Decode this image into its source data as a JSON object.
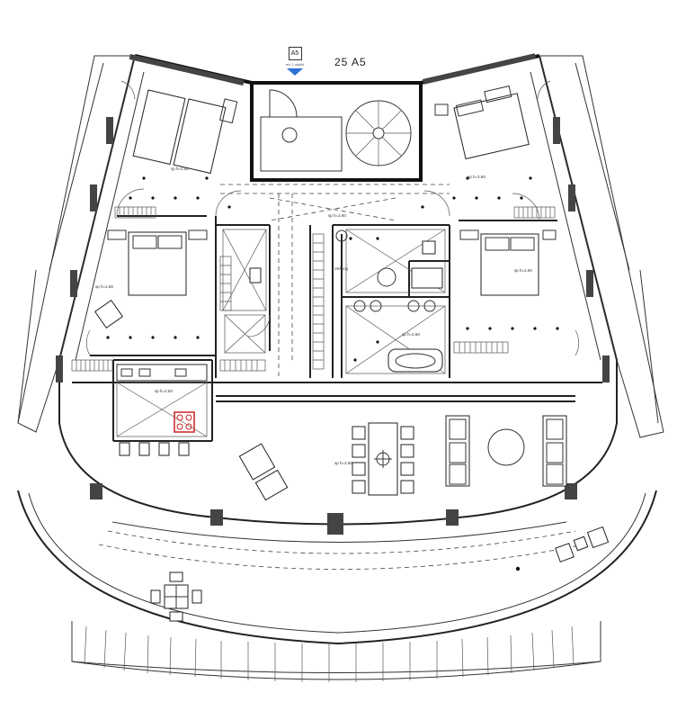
{
  "title": "25 A5",
  "section_marker": {
    "label": "A5",
    "sublabel": "rez 1 objekt"
  },
  "room_labels": [
    {
      "id": "bedroom-nw",
      "text": "sp h=2.60"
    },
    {
      "id": "bedroom-ne",
      "text": "sp h=2.60"
    },
    {
      "id": "hall",
      "text": "sp h=2.60"
    },
    {
      "id": "bedroom-w",
      "text": "sp h=2.60"
    },
    {
      "id": "bedroom-e",
      "text": "sp h=2.60"
    },
    {
      "id": "bath",
      "text": "sp h=2.60"
    },
    {
      "id": "kitchen",
      "text": "sp h=2.60"
    },
    {
      "id": "living",
      "text": "sp h=2.60"
    },
    {
      "id": "laundry",
      "text": "Vešeraj"
    }
  ],
  "colors": {
    "wall": "#222222",
    "marker_arrow": "#2d6fd6",
    "stove": "#cc2222"
  }
}
